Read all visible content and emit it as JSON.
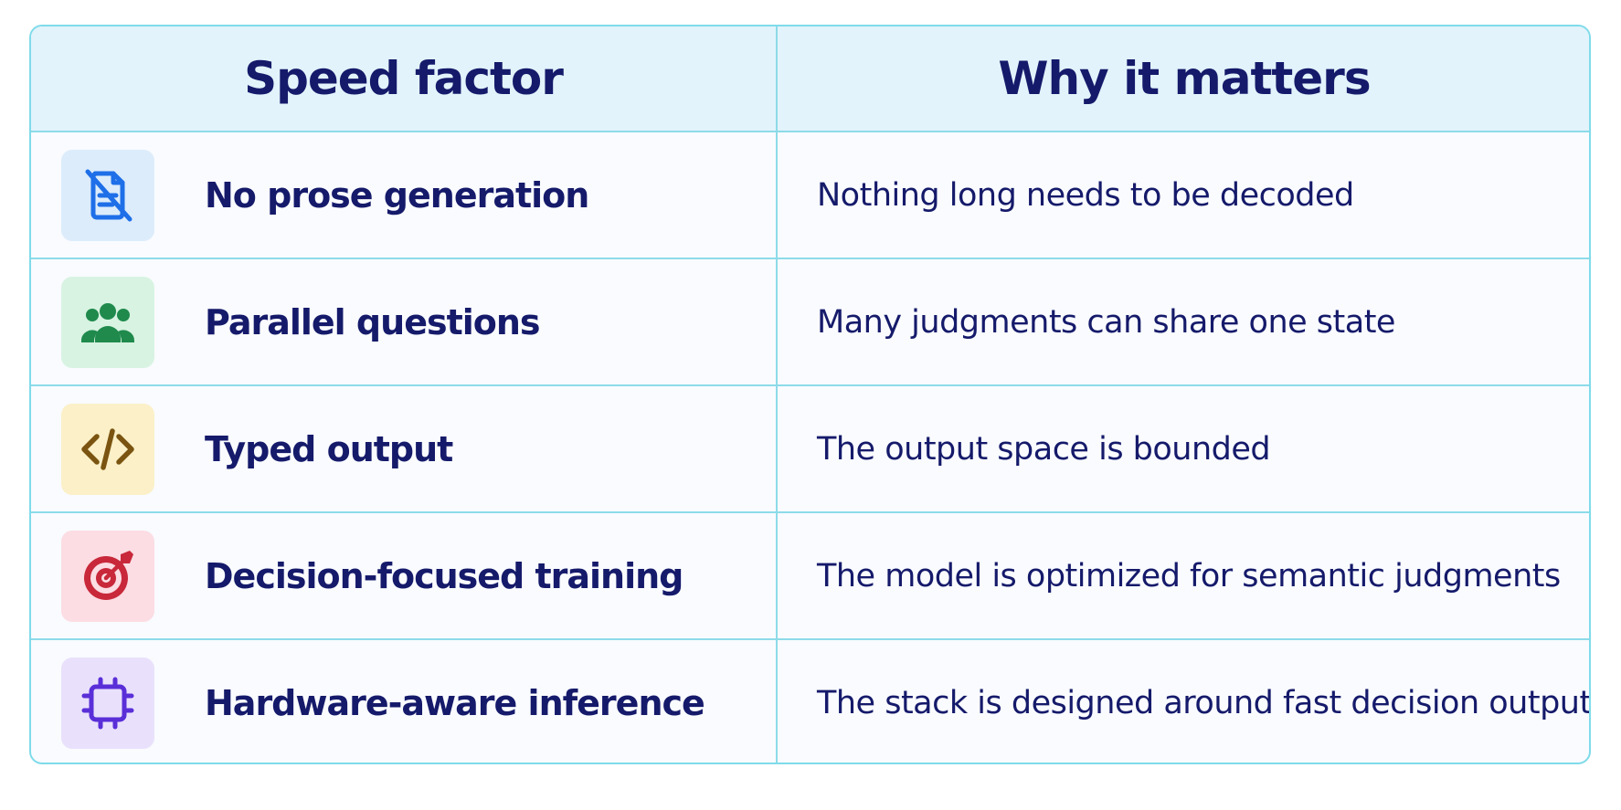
{
  "header": {
    "col1": "Speed factor",
    "col2": "Why it matters"
  },
  "rows": [
    {
      "factor": "No prose generation",
      "reason": "Nothing long needs to be decoded",
      "icon": "document-off-icon",
      "icon_bg": "#dcecfb",
      "icon_color": "#1e6fe8"
    },
    {
      "factor": "Parallel questions",
      "reason": "Many judgments can share one state",
      "icon": "people-group-icon",
      "icon_bg": "#d8f3e2",
      "icon_color": "#1f8a4c"
    },
    {
      "factor": "Typed output",
      "reason": "The output space is bounded",
      "icon": "code-icon",
      "icon_bg": "#fbf0c8",
      "icon_color": "#7a5410"
    },
    {
      "factor": "Decision-focused training",
      "reason": "The model is optimized for semantic judgments",
      "icon": "target-icon",
      "icon_bg": "#fbdde3",
      "icon_color": "#c8283a"
    },
    {
      "factor": "Hardware-aware inference",
      "reason": "The stack is designed around fast decision outputs",
      "icon": "chip-icon",
      "icon_bg": "#e9e1fb",
      "icon_color": "#5a2fd8"
    }
  ]
}
